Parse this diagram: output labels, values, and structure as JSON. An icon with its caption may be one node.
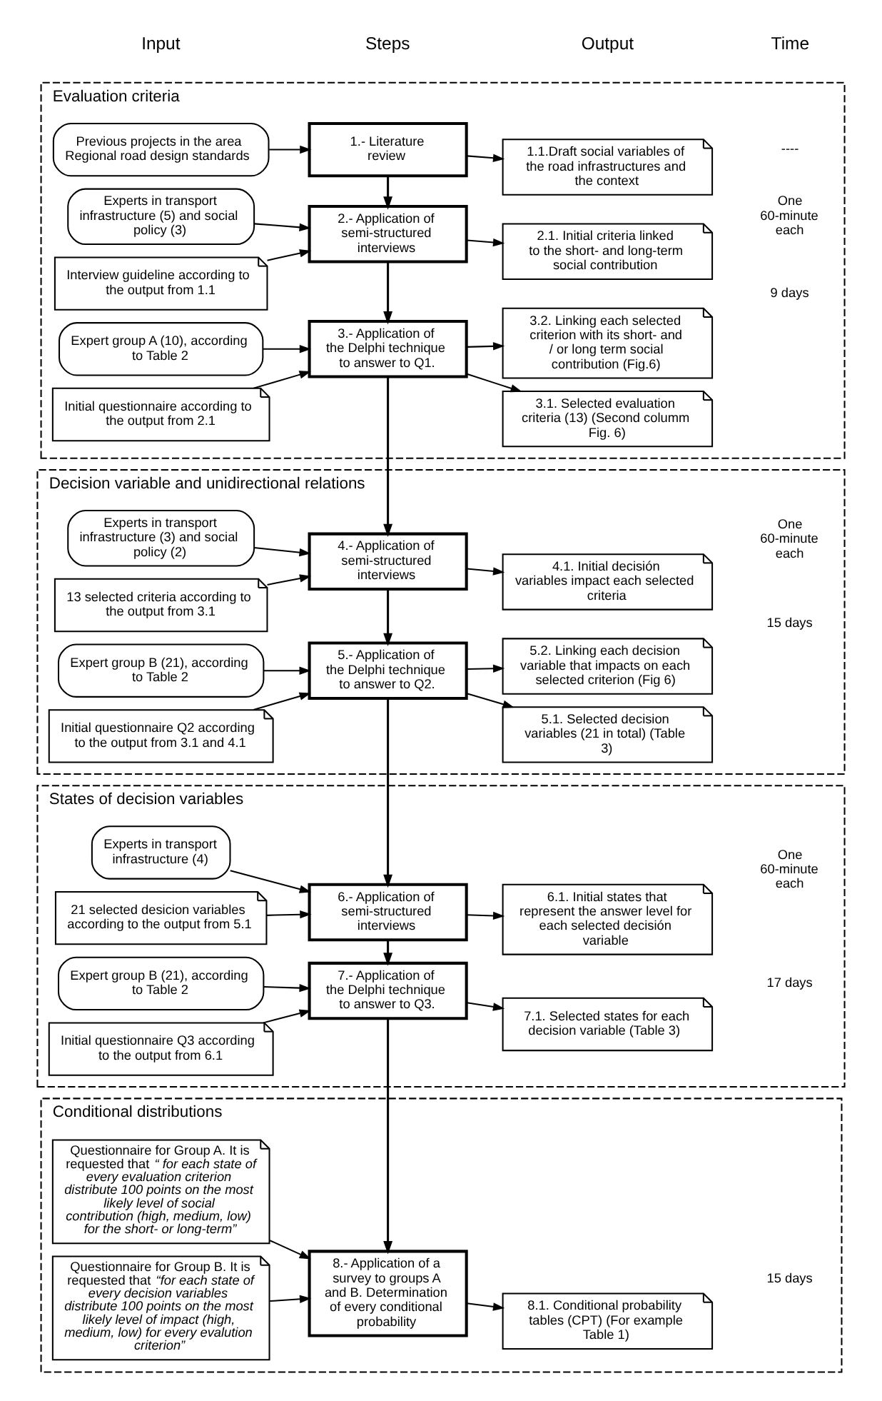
{
  "diagram": {
    "nodes": [
      {
        "text": [
          "Evaluation criteria"
        ]
      },
      {
        "text": [
          "Previous projects in the area Regional road design standards"
        ],
        "in": 0
      },
      {
        "text": [
          "1.- Literature review"
        ],
        "in": 0
      },
      {
        "text": [
          "1.1.Draft social variables of the road infrastructures and the context"
        ],
        "in": 0
      },
      {
        "text": [
          "Experts in transport infrastructure (5) and social policy (3)"
        ],
        "in": 0
      },
      {
        "text": [
          "2.- Application of semi-structured interviews"
        ],
        "in": 0
      },
      {
        "text": [
          "2.1. Initial criteria linked to the short- and long-term social contribution"
        ],
        "in": 0
      },
      {
        "text": [
          "Interview guideline according to the output from 1.1"
        ],
        "in": 0
      },
      {
        "text": [
          "Expert group A (10), according to Table 2"
        ],
        "in": 0
      },
      {
        "text": [
          "3.- Application of the Delphi technique to answer to Q1."
        ],
        "in": 0
      },
      {
        "text": [
          "3.1. Selected evaluation criteria (13) (Second columm Fig. 6)"
        ],
        "in": 0
      },
      {
        "text": [
          "Initial questionnaire according to the output from 2.1"
        ],
        "in": 0
      },
      {
        "text": [
          "3.2. Linking each selected criterion with its short- and / or long term social contribution (Fig.6)"
        ],
        "in": 0
      },
      {
        "text": [
          "Decision variable and unidirectional relations"
        ]
      },
      {
        "text": [
          "Experts in transport infrastructure (3) and social policy (2)"
        ],
        "in": 13
      },
      {
        "text": [
          "4.- Application of semi-structured interviews"
        ],
        "in": 13
      },
      {
        "text": [
          "4.1. Initial decisión variables impact each selected criteria"
        ],
        "in": 13
      },
      {
        "text": [
          "13 selected criteria according to the output from 3.1"
        ],
        "in": 13
      },
      {
        "text": [
          "Expert group B (21), according to Table 2"
        ],
        "in": 13
      },
      {
        "text": [
          "5.- Application of the Delphi technique to answer to Q2."
        ],
        "in": 13
      },
      {
        "text": [
          "5.1. Selected decision variables (21 in total) (Table 3)"
        ],
        "in": 13
      },
      {
        "text": [
          "Initial questionnaire Q2 according to the output from 3.1 and 4.1"
        ],
        "in": 13
      },
      {
        "text": [
          "5.2. Linking each decision variable that impacts on each selected criterion (Fig 6)"
        ],
        "in": 13
      },
      {
        "text": [
          "States of decision variables"
        ]
      },
      {
        "text": [
          "Experts in transport infrastructure (4)"
        ],
        "in": 23
      },
      {
        "text": [
          "6.- Application of semi-structured interviews"
        ],
        "in": 23
      },
      {
        "text": [
          "6.1. Initial states that represent the answer level for each selected decisión variable"
        ],
        "in": 23
      },
      {
        "text": [
          "21 selected desicion variables according to the output from 5.1"
        ],
        "in": 23
      },
      {
        "text": [
          "Expert group B (21), according to Table 2"
        ],
        "in": 23
      },
      {
        "text": [
          "7.- Application of the Delphi technique to answer to Q3."
        ],
        "in": 23
      },
      {
        "text": [
          "7.1. Selected states for each decision variable (Table 3)"
        ],
        "in": 23
      },
      {
        "text": [
          "Initial questionnaire Q3 according to the output from 6.1"
        ],
        "in": 23
      },
      {
        "text": [
          "Conditional distributions"
        ]
      },
      {
        "text": [
          "Questionnaire for Group A. It is requested that *“ for each state of every evaluation criterion distribute 100 points on the most likely level of social contribution (high, medium, low) for the short- or long-term”*"
        ],
        "in": 32
      },
      {
        "text": [
          "8.- Application of a survey to groups A and B. Determination of every conditional probability"
        ],
        "in": 32
      },
      {
        "text": [
          "8.1. Conditional probability tables (CPT) (For example Table 1)"
        ],
        "in": 32
      },
      {
        "text": [
          "Questionnaire for Group B. It is requested that *“for each state of every decision variables distribute 100 points on the most likely level of impact (high, medium, low) for every evalution criterion”*"
        ],
        "in": 32
      }
    ],
    "edges": [
      {
        "from": 1,
        "to": 2,
        "arrow": "to"
      },
      {
        "from": 2,
        "to": 3,
        "arrow": "to"
      },
      {
        "from": 2,
        "to": 5,
        "arrow": "to"
      },
      {
        "from": 4,
        "to": 5,
        "arrow": "to"
      },
      {
        "from": 7,
        "to": 5,
        "arrow": "to"
      },
      {
        "from": 5,
        "to": 6,
        "arrow": "to"
      },
      {
        "from": 5,
        "to": 9,
        "arrow": "to"
      },
      {
        "from": 8,
        "to": 9,
        "arrow": "to"
      },
      {
        "from": 11,
        "to": 9,
        "arrow": "to"
      },
      {
        "from": 9,
        "to": 10,
        "arrow": "to"
      },
      {
        "from": 9,
        "to": 12,
        "arrow": "to"
      },
      {
        "from": 9,
        "to": 15,
        "arrow": "to"
      },
      {
        "from": 14,
        "to": 15,
        "arrow": "to"
      },
      {
        "from": 17,
        "to": 15,
        "arrow": "to"
      },
      {
        "from": 15,
        "to": 16,
        "arrow": "to"
      },
      {
        "from": 15,
        "to": 19,
        "arrow": "to"
      },
      {
        "from": 18,
        "to": 19,
        "arrow": "to"
      },
      {
        "from": 21,
        "to": 19,
        "arrow": "to"
      },
      {
        "from": 19,
        "to": 20,
        "arrow": "to"
      },
      {
        "from": 19,
        "to": 22,
        "arrow": "to"
      },
      {
        "from": 19,
        "to": 25,
        "arrow": "to"
      },
      {
        "from": 24,
        "to": 25,
        "arrow": "to"
      },
      {
        "from": 27,
        "to": 25,
        "arrow": "to"
      },
      {
        "from": 25,
        "to": 26,
        "arrow": "to"
      },
      {
        "from": 25,
        "to": 29,
        "arrow": "to"
      },
      {
        "from": 28,
        "to": 29,
        "arrow": "to"
      },
      {
        "from": 31,
        "to": 29,
        "arrow": "to"
      },
      {
        "from": 29,
        "to": 30,
        "arrow": "to"
      },
      {
        "from": 29,
        "to": 34,
        "arrow": "to"
      },
      {
        "from": 33,
        "to": 34,
        "arrow": "to"
      },
      {
        "from": 36,
        "to": 34,
        "arrow": "to"
      },
      {
        "from": 34,
        "to": 35,
        "arrow": "to"
      }
    ],
    "labels": [
      "Input",
      "Steps",
      "Output",
      "Time",
      "----",
      "One 60-minute each",
      "9 days",
      "One 60-minute each",
      "15 days",
      "One 60-minute each",
      "17 days",
      "15 days"
    ]
  }
}
